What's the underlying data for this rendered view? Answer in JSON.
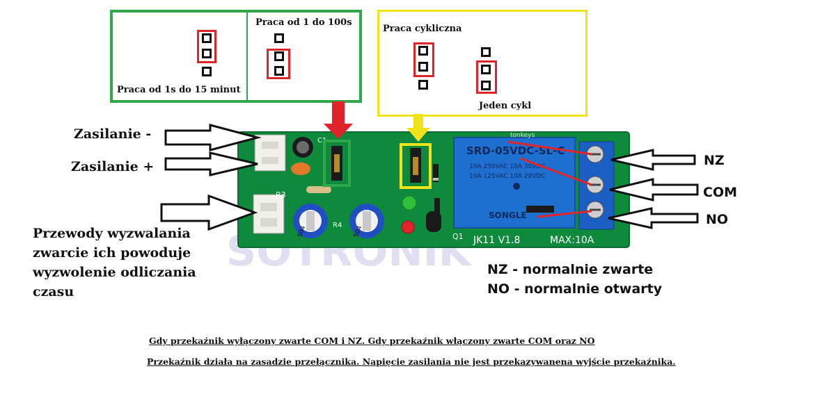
{
  "colors": {
    "green_box": "#2ea84a",
    "yellow_box": "#f2e21a",
    "red_marker": "#e0242a",
    "pcb_green": "#0f8a3c",
    "relay_blue": "#1f6fd1",
    "terminal_blue": "#1c5fc4"
  },
  "timing_box": {
    "left_caption": "Praca od 1s do 15 minut",
    "right_caption": "Praca od 1 do 100s"
  },
  "mode_box": {
    "cyclic_caption": "Praca cykliczna",
    "single_caption": "Jeden cykl"
  },
  "left_labels": {
    "power_minus": "Zasilanie -",
    "power_plus": "Zasilanie +",
    "trigger_wires": [
      "Przewody wyzwalania",
      "zwarcie ich powoduje",
      "wyzwolenie odliczania",
      "czasu"
    ]
  },
  "right_labels": {
    "nz": "NZ",
    "com": "COM",
    "no": "NO"
  },
  "legend": {
    "nz_line": "NZ - normalnie zwarte",
    "no_line": "NO - normalnie otwarty"
  },
  "board_silkscreen": {
    "brand": "tonkeys",
    "model": "JK11  V1.8",
    "max": "MAX:10A",
    "relay_model": "SRD-05VDC-SL-C",
    "relay_rating_1": "10A 250VAC  10A 30VDC",
    "relay_rating_2": "10A 125VAC  10A 28VDC",
    "relay_brand": "SONGLE",
    "pot_label": "504",
    "c1": "C1",
    "r3": "R3",
    "r4": "R4",
    "q1": "Q1",
    "watermark": "SOTRONIK"
  },
  "notes": {
    "line1": "Gdy przekaźnik wyłączony zwarte COM i NZ. Gdy przekaźnik włączony zwarte COM oraz NO",
    "line2": "Przekaźnik działa na zasadzie przełącznika. Napięcie zasilania nie jest przekazywanena wyjście przekaźnika."
  }
}
